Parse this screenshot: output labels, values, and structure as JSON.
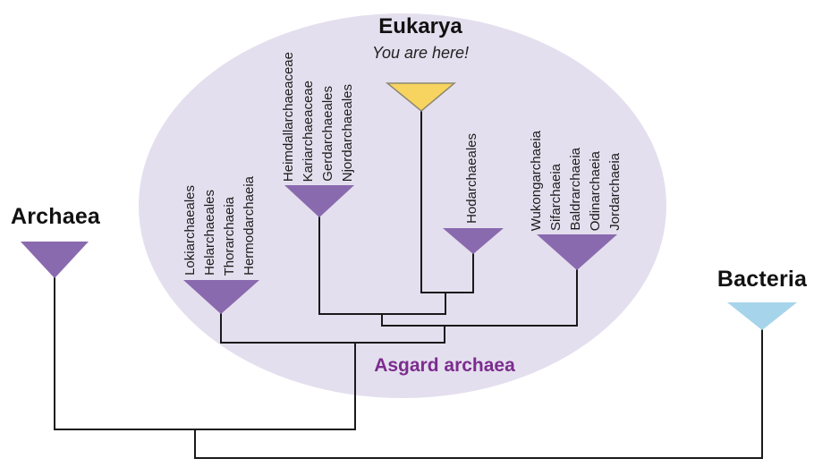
{
  "diagram": {
    "type": "phylogenetic-tree",
    "eukarya": {
      "label": "Eukarya",
      "subtitle": "You are here!",
      "color": "#f6d45f"
    },
    "archaea": {
      "label": "Archaea",
      "color": "#8a6aae"
    },
    "bacteria": {
      "label": "Bacteria",
      "color": "#a6d4ea"
    },
    "asgard": {
      "label": "Asgard archaea",
      "label_color": "#7b2d8e",
      "ellipse_color": "#e4dfee",
      "clades": [
        {
          "name": "loki-clade",
          "triangle_color": "#8a6aae",
          "taxa": [
            "Lokiarchaeales",
            "Helarchaeales",
            "Thorarchaeia",
            "Hermodarchaeia"
          ]
        },
        {
          "name": "heimdall-clade",
          "triangle_color": "#8a6aae",
          "taxa": [
            "Heimdallarchaeaceae",
            "Kariarchaeaceae",
            "Gerdarchaeales",
            "Njordarchaeales"
          ]
        },
        {
          "name": "hodarchaeales-clade",
          "triangle_color": "#8a6aae",
          "taxa": [
            "Hodarchaeales"
          ]
        },
        {
          "name": "wukong-clade",
          "triangle_color": "#8a6aae",
          "taxa": [
            "Wukongarchaeia",
            "Sifarchaeia",
            "Baldrarchaeia",
            "Odinarchaeia",
            "Jordarchaeia"
          ]
        }
      ]
    },
    "branch_color": "#1a1a1a"
  }
}
